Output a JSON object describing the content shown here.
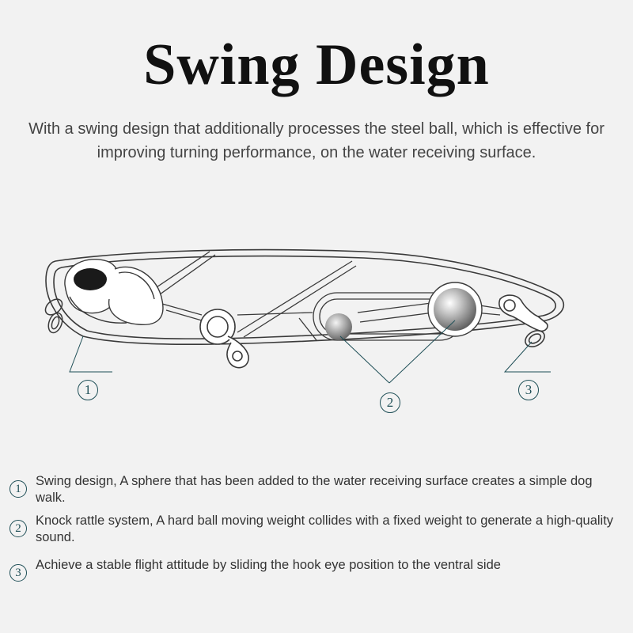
{
  "header": {
    "title": "Swing Design",
    "subtitle": "With a swing design that additionally processes the steel ball, which is effective for improving turning performance, on the water receiving surface."
  },
  "diagram": {
    "callouts": [
      {
        "number": "1"
      },
      {
        "number": "2"
      },
      {
        "number": "3"
      }
    ],
    "colors": {
      "outline": "#3a3a3a",
      "callout": "#1f4f57",
      "ball": "#8a8a8a"
    }
  },
  "notes": [
    {
      "number": "1",
      "text": "Swing design, A sphere  that has been added to the water receiving surface creates a simple dog walk."
    },
    {
      "number": "2",
      "text": "Knock rattle system, A hard ball moving weight collides with a fixed weight to generate a high-quality sound."
    },
    {
      "number": "3",
      "text": "Achieve a stable flight attitude by sliding the hook eye position to the ventral side"
    }
  ]
}
